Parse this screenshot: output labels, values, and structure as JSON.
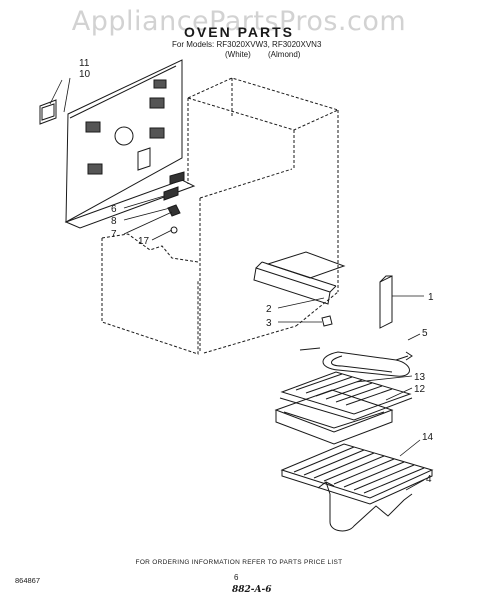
{
  "watermark": "AppliancePartsPros.com",
  "header": {
    "title": "OVEN PARTS",
    "models": "For Models: RF3020XVW3, RF3020XVN3",
    "finish_white": "(White)",
    "finish_almond": "(Almond)"
  },
  "callouts": {
    "c1": "1",
    "c2": "2",
    "c3": "3",
    "c4": "4",
    "c5": "5",
    "c6": "6",
    "c7": "7",
    "c8": "8",
    "c10": "10",
    "c11": "11",
    "c12": "12",
    "c13": "13",
    "c14": "14",
    "c17": "17"
  },
  "footer": {
    "note": "FOR ORDERING INFORMATION REFER TO PARTS PRICE LIST",
    "code": "864867",
    "page": "6",
    "signature": "882-A-6"
  }
}
